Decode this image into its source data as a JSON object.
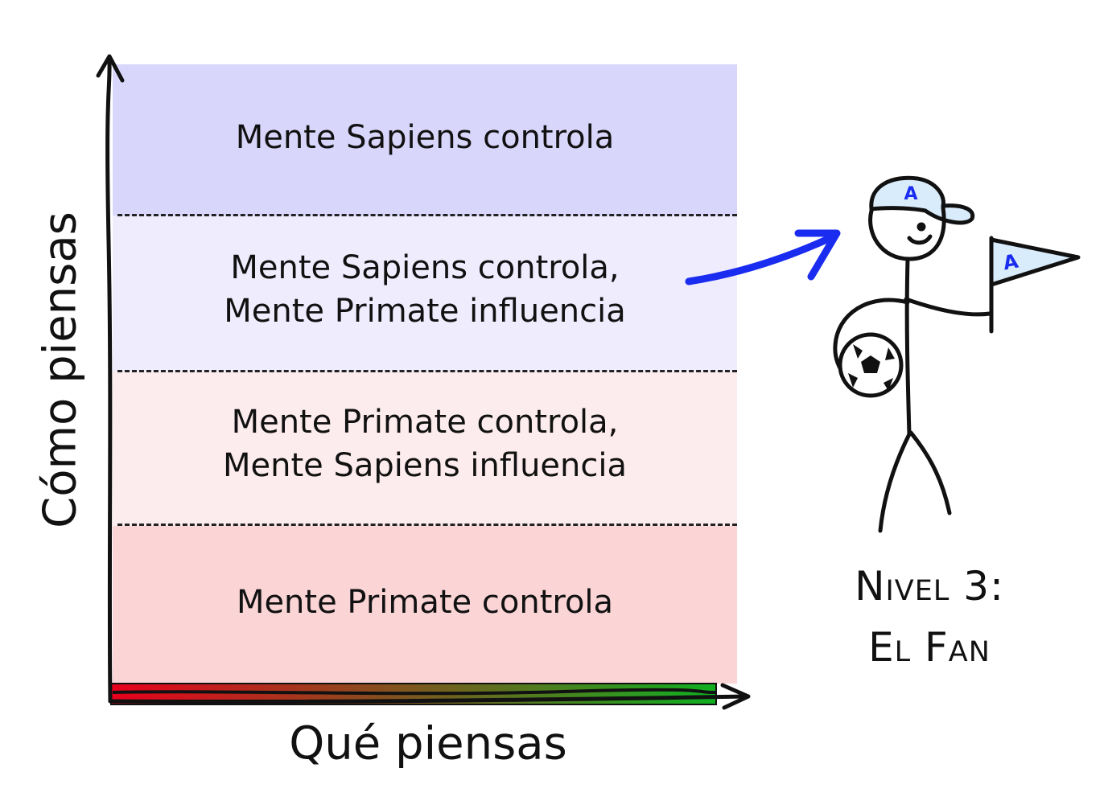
{
  "axes": {
    "y_label": "Cómo piensas",
    "x_label": "Qué piensas"
  },
  "bands": [
    {
      "label": "Mente Sapiens controla",
      "color": "#d9d6fb"
    },
    {
      "label": "Mente Sapiens controla,\nMente Primate influencia",
      "color": "#eeecfd"
    },
    {
      "label": "Mente Primate controla,\nMente Sapiens influencia",
      "color": "#fdeced"
    },
    {
      "label": "Mente Primate controla",
      "color": "#fbd4d6"
    }
  ],
  "gradient": {
    "from": "#e8001c",
    "to": "#10b020"
  },
  "level": {
    "line1": "Nivel 3:",
    "line2": "El Fan"
  },
  "figure": {
    "cap_letter": "A",
    "pennant_letter": "A",
    "cap_color": "#d9ecfb",
    "accent_color": "#1a2cf0"
  }
}
